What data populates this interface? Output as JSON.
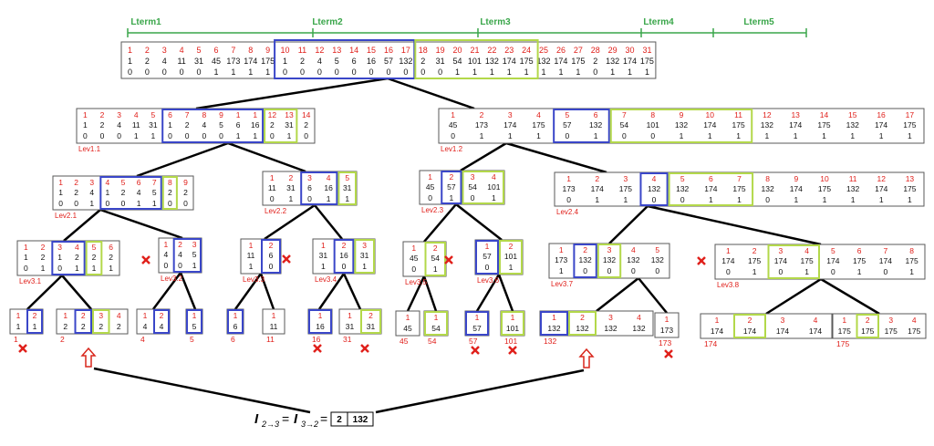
{
  "colors": {
    "index": "#e0201b",
    "value": "#111111",
    "box": "#5a5a5a",
    "blue": "#3a46c8",
    "green": "#b3d84a",
    "bracket": "#3aa64a",
    "cross": "#e0201b",
    "arrow": "#d8261c",
    "line": "#000000"
  },
  "lterms": [
    "Lterm1",
    "Lterm2",
    "Lterm3",
    "Lterm4",
    "Lterm5"
  ],
  "root": {
    "idx": [
      "1",
      "2",
      "3",
      "4",
      "5",
      "6",
      "7",
      "8",
      "9",
      "10",
      "11",
      "12",
      "13",
      "14",
      "15",
      "16",
      "17",
      "18",
      "19",
      "20",
      "21",
      "22",
      "23",
      "24",
      "25",
      "26",
      "27",
      "28",
      "29",
      "30",
      "31"
    ],
    "val": [
      "1",
      "2",
      "4",
      "11",
      "31",
      "45",
      "173",
      "174",
      "175",
      "1",
      "2",
      "4",
      "5",
      "6",
      "16",
      "57",
      "132",
      "2",
      "31",
      "54",
      "101",
      "132",
      "174",
      "175",
      "132",
      "174",
      "175",
      "2",
      "132",
      "174",
      "175"
    ],
    "bit": [
      "0",
      "0",
      "0",
      "0",
      "0",
      "1",
      "1",
      "1",
      "1",
      "0",
      "0",
      "0",
      "0",
      "0",
      "0",
      "0",
      "0",
      "0",
      "0",
      "1",
      "1",
      "1",
      "1",
      "1",
      "1",
      "1",
      "1",
      "0",
      "1",
      "1",
      "1"
    ]
  },
  "nodes": [
    {
      "label": "Lev1.1",
      "idx": [
        "1",
        "2",
        "3",
        "4",
        "5",
        "6",
        "7",
        "8",
        "9",
        "1",
        "1",
        "12",
        "13",
        "14"
      ],
      "val": [
        "1",
        "2",
        "4",
        "11",
        "31",
        "1",
        "2",
        "4",
        "5",
        "6",
        "16",
        "2",
        "31",
        "2"
      ],
      "bit": [
        "0",
        "0",
        "0",
        "1",
        "1",
        "0",
        "0",
        "0",
        "0",
        "1",
        "1",
        "0",
        "1",
        "0"
      ]
    },
    {
      "label": "Lev1.2",
      "idx": [
        "1",
        "2",
        "3",
        "4",
        "5",
        "6",
        "7",
        "8",
        "9",
        "10",
        "11",
        "12",
        "13",
        "14",
        "15",
        "16",
        "17"
      ],
      "val": [
        "45",
        "173",
        "174",
        "175",
        "57",
        "132",
        "54",
        "101",
        "132",
        "174",
        "175",
        "132",
        "174",
        "175",
        "132",
        "174",
        "175"
      ],
      "bit": [
        "0",
        "1",
        "1",
        "1",
        "0",
        "1",
        "0",
        "0",
        "1",
        "1",
        "1",
        "1",
        "1",
        "1",
        "1",
        "1",
        "1"
      ]
    },
    {
      "label": "Lev2.1",
      "idx": [
        "1",
        "2",
        "3",
        "4",
        "5",
        "6",
        "7",
        "8",
        "9"
      ],
      "val": [
        "1",
        "2",
        "4",
        "1",
        "2",
        "4",
        "5",
        "2",
        "2"
      ],
      "bit": [
        "0",
        "0",
        "1",
        "0",
        "0",
        "1",
        "1",
        "0",
        "0"
      ]
    },
    {
      "label": "Lev2.2",
      "idx": [
        "1",
        "2",
        "3",
        "4",
        "5"
      ],
      "val": [
        "11",
        "31",
        "6",
        "16",
        "31"
      ],
      "bit": [
        "0",
        "1",
        "0",
        "1",
        "1"
      ]
    },
    {
      "label": "Lev2.3",
      "idx": [
        "1",
        "2",
        "3",
        "4"
      ],
      "val": [
        "45",
        "57",
        "54",
        "101"
      ],
      "bit": [
        "0",
        "1",
        "0",
        "1"
      ]
    },
    {
      "label": "Lev2.4",
      "idx": [
        "1",
        "2",
        "3",
        "4",
        "5",
        "6",
        "7",
        "8",
        "9",
        "10",
        "11",
        "12",
        "13"
      ],
      "val": [
        "173",
        "174",
        "175",
        "132",
        "132",
        "174",
        "175",
        "132",
        "174",
        "175",
        "132",
        "174",
        "175"
      ],
      "bit": [
        "0",
        "1",
        "1",
        "0",
        "0",
        "1",
        "1",
        "0",
        "1",
        "1",
        "1",
        "1",
        "1"
      ]
    },
    {
      "label": "Lev3.1",
      "idx": [
        "1",
        "2",
        "3",
        "4",
        "5",
        "6"
      ],
      "val": [
        "1",
        "2",
        "1",
        "2",
        "2",
        "2"
      ],
      "bit": [
        "0",
        "1",
        "0",
        "1",
        "1",
        "1"
      ]
    },
    {
      "label": "Lev3.2",
      "idx": [
        "1",
        "2",
        "3"
      ],
      "val": [
        "4",
        "4",
        "5"
      ],
      "bit": [
        "0",
        "0",
        "1"
      ]
    },
    {
      "label": "Lev3.3",
      "idx": [
        "1",
        "2"
      ],
      "val": [
        "11",
        "6"
      ],
      "bit": [
        "1",
        "0"
      ]
    },
    {
      "label": "Lev3.4",
      "idx": [
        "1",
        "2",
        "3"
      ],
      "val": [
        "31",
        "16",
        "31"
      ],
      "bit": [
        "1",
        "0",
        "1"
      ]
    },
    {
      "label": "Lev3.5",
      "idx": [
        "1",
        "2"
      ],
      "val": [
        "45",
        "54"
      ],
      "bit": [
        "0",
        "1"
      ]
    },
    {
      "label": "Lev3.6",
      "idx": [
        "1",
        "2"
      ],
      "val": [
        "57",
        "101"
      ],
      "bit": [
        "0",
        "1"
      ]
    },
    {
      "label": "Lev3.7",
      "idx": [
        "1",
        "2",
        "3",
        "4",
        "5"
      ],
      "val": [
        "173",
        "132",
        "132",
        "132",
        "132"
      ],
      "bit": [
        "1",
        "0",
        "0",
        "0",
        "0"
      ]
    },
    {
      "label": "Lev3.8",
      "idx": [
        "1",
        "2",
        "3",
        "4",
        "5",
        "6",
        "7",
        "8"
      ],
      "val": [
        "174",
        "175",
        "174",
        "175",
        "174",
        "175",
        "174",
        "175"
      ],
      "bit": [
        "0",
        "1",
        "0",
        "1",
        "0",
        "1",
        "0",
        "1"
      ]
    }
  ],
  "leaves": [
    {
      "idx": [
        "1",
        "2"
      ],
      "val": [
        "1",
        "1"
      ],
      "below": "1"
    },
    {
      "idx": [
        "1",
        "2",
        "3",
        "4"
      ],
      "val": [
        "2",
        "2",
        "2",
        "2"
      ],
      "below": "2"
    },
    {
      "idx": [
        "1",
        "2"
      ],
      "val": [
        "4",
        "4"
      ],
      "below": "4"
    },
    {
      "idx": [
        "1"
      ],
      "val": [
        "5"
      ],
      "below": "5"
    },
    {
      "idx": [
        "1"
      ],
      "val": [
        "6"
      ],
      "below": "6"
    },
    {
      "idx": [
        "1"
      ],
      "val": [
        "11"
      ],
      "below": "11"
    },
    {
      "idx": [
        "1"
      ],
      "val": [
        "16"
      ],
      "below": "16"
    },
    {
      "idx": [
        "1",
        "2"
      ],
      "val": [
        "31",
        "31"
      ],
      "below": "31"
    },
    {
      "idx": [
        "1"
      ],
      "val": [
        "45"
      ],
      "below": "45"
    },
    {
      "idx": [
        "1"
      ],
      "val": [
        "54"
      ],
      "below": "54"
    },
    {
      "idx": [
        "1"
      ],
      "val": [
        "57"
      ],
      "below": "57"
    },
    {
      "idx": [
        "1"
      ],
      "val": [
        "101"
      ],
      "below": "101"
    },
    {
      "idx": [
        "1",
        "2",
        "3",
        "4"
      ],
      "val": [
        "132",
        "132",
        "132",
        "132"
      ],
      "below": "132"
    },
    {
      "idx": [
        "1"
      ],
      "val": [
        "173"
      ],
      "below": "173"
    },
    {
      "idx": [
        "1",
        "2",
        "3",
        "4"
      ],
      "val": [
        "174",
        "174",
        "174",
        "174"
      ],
      "below": "174"
    },
    {
      "idx": [
        "1",
        "2",
        "3",
        "4"
      ],
      "val": [
        "175",
        "175",
        "175",
        "175"
      ],
      "below": "175"
    }
  ],
  "result": {
    "left": "I",
    "sub_left": "2→3",
    "mid": "I",
    "sub_mid": "3→2",
    "values": [
      "2",
      "132"
    ]
  }
}
